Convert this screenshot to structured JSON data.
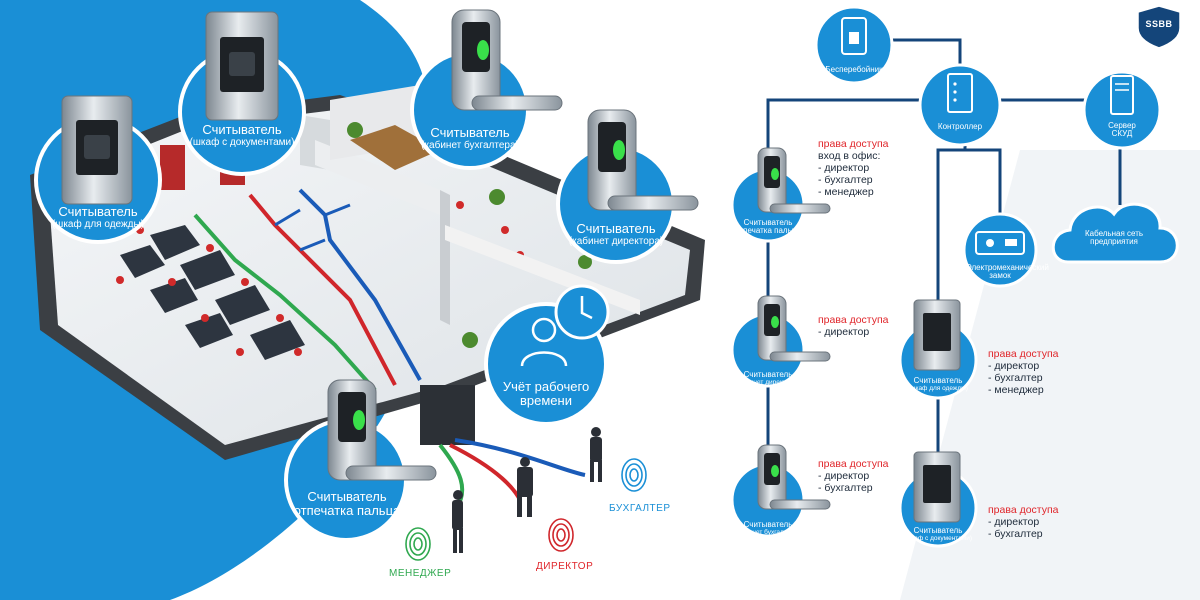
{
  "brand": {
    "logo": "SSBB",
    "color": "#1a8fd6"
  },
  "colors": {
    "blue": "#1a8fd6",
    "dark_line": "#14457a",
    "red": "#e0262b",
    "green": "#2fa84f"
  },
  "left_readers": [
    {
      "main": "Считыватель",
      "sub": "(шкаф для одежды)"
    },
    {
      "main": "Считыватель",
      "sub": "(шкаф с документами)"
    },
    {
      "main": "Считыватель",
      "sub": "(кабинет бухгалтера)"
    },
    {
      "main": "Считыватель",
      "sub": "(кабинет директора)"
    },
    {
      "main": "Считыватель отпечатка пальца",
      "sub": ""
    }
  ],
  "time_tracking": {
    "label": "Учёт рабочего времени",
    "icon": "worker-clock-icon"
  },
  "roles": [
    {
      "label": "МЕНЕДЖЕР",
      "color": "#2fa84f"
    },
    {
      "label": "ДИРЕКТОР",
      "color": "#e0262b"
    },
    {
      "label": "БУХГАЛТЕР",
      "color": "#1a8fd6"
    }
  ],
  "network": {
    "ups": "Бесперебойник",
    "controller": "Контроллер",
    "server": "Сервер СКУД",
    "cloud": "Кабельная сеть предприятия",
    "lock": "Электромеханический замок"
  },
  "right_readers": [
    {
      "main": "Считыватель отпечатка пальца",
      "sub": ""
    },
    {
      "main": "Считыватель",
      "sub": "(кабинет директора)"
    },
    {
      "main": "Считыватель",
      "sub": "(кабинет бухгалтера)"
    },
    {
      "main": "Считыватель",
      "sub": "(шкаф для одежды)"
    },
    {
      "main": "Считыватель",
      "sub": "(шкаф с документами)"
    }
  ],
  "access_rights": [
    {
      "title": "права доступа",
      "lines": [
        "вход в офис:",
        "- директор",
        "- бухгалтер",
        "- менеджер"
      ]
    },
    {
      "title": "права доступа",
      "lines": [
        "- директор"
      ]
    },
    {
      "title": "права доступа",
      "lines": [
        "- директор",
        "- бухгалтер"
      ]
    },
    {
      "title": "права доступа",
      "lines": [
        "- директор",
        "- бухгалтер",
        "- менеджер"
      ]
    },
    {
      "title": "права доступа",
      "lines": [
        "- директор",
        "- бухгалтер"
      ]
    }
  ]
}
